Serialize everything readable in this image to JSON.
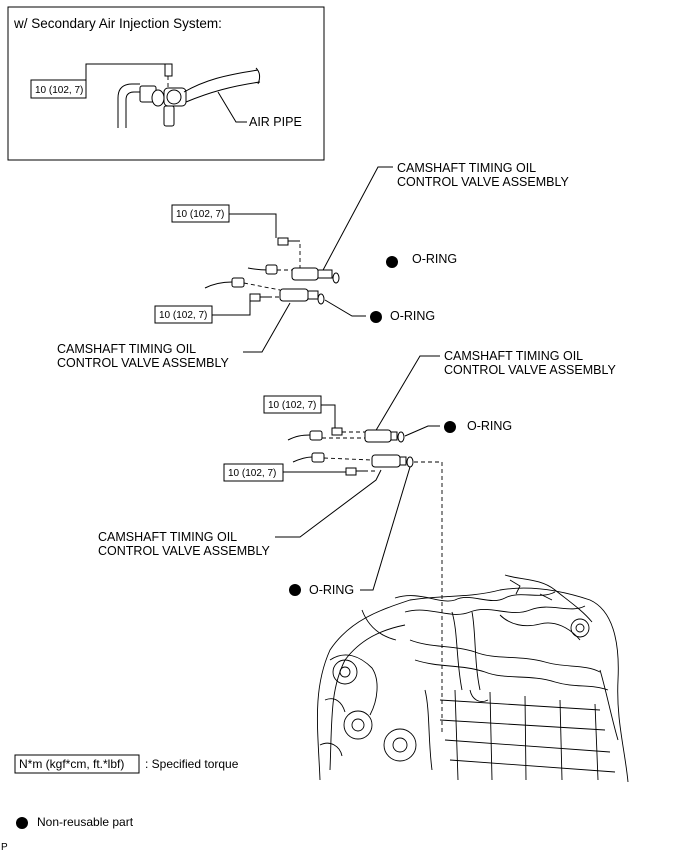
{
  "inset": {
    "title": "w/ Secondary Air Injection System:",
    "torque": "10 (102, 7)",
    "air_pipe_label": "AIR PIPE"
  },
  "upper_group": {
    "valve_label_line1": "CAMSHAFT TIMING OIL",
    "valve_label_line2": "CONTROL VALVE ASSEMBLY",
    "torque_top": "10 (102, 7)",
    "torque_bottom": "10 (102, 7)",
    "oring_top": "O-RING",
    "oring_bottom": "O-RING",
    "valve_label2_line1": "CAMSHAFT TIMING OIL",
    "valve_label2_line2": "CONTROL VALVE ASSEMBLY"
  },
  "lower_group": {
    "valve_label_line1": "CAMSHAFT TIMING OIL",
    "valve_label_line2": "CONTROL VALVE ASSEMBLY",
    "torque_top": "10 (102, 7)",
    "torque_bottom": "10 (102, 7)",
    "oring_top": "O-RING",
    "oring_bottom": "O-RING",
    "valve_label2_line1": "CAMSHAFT TIMING OIL",
    "valve_label2_line2": "CONTROL VALVE ASSEMBLY"
  },
  "legend": {
    "torque_unit": "N*m (kgf*cm, ft.*lbf)",
    "torque_desc": ": Specified torque",
    "nonreusable_desc": "Non-reusable part"
  },
  "corner_mark": "P"
}
